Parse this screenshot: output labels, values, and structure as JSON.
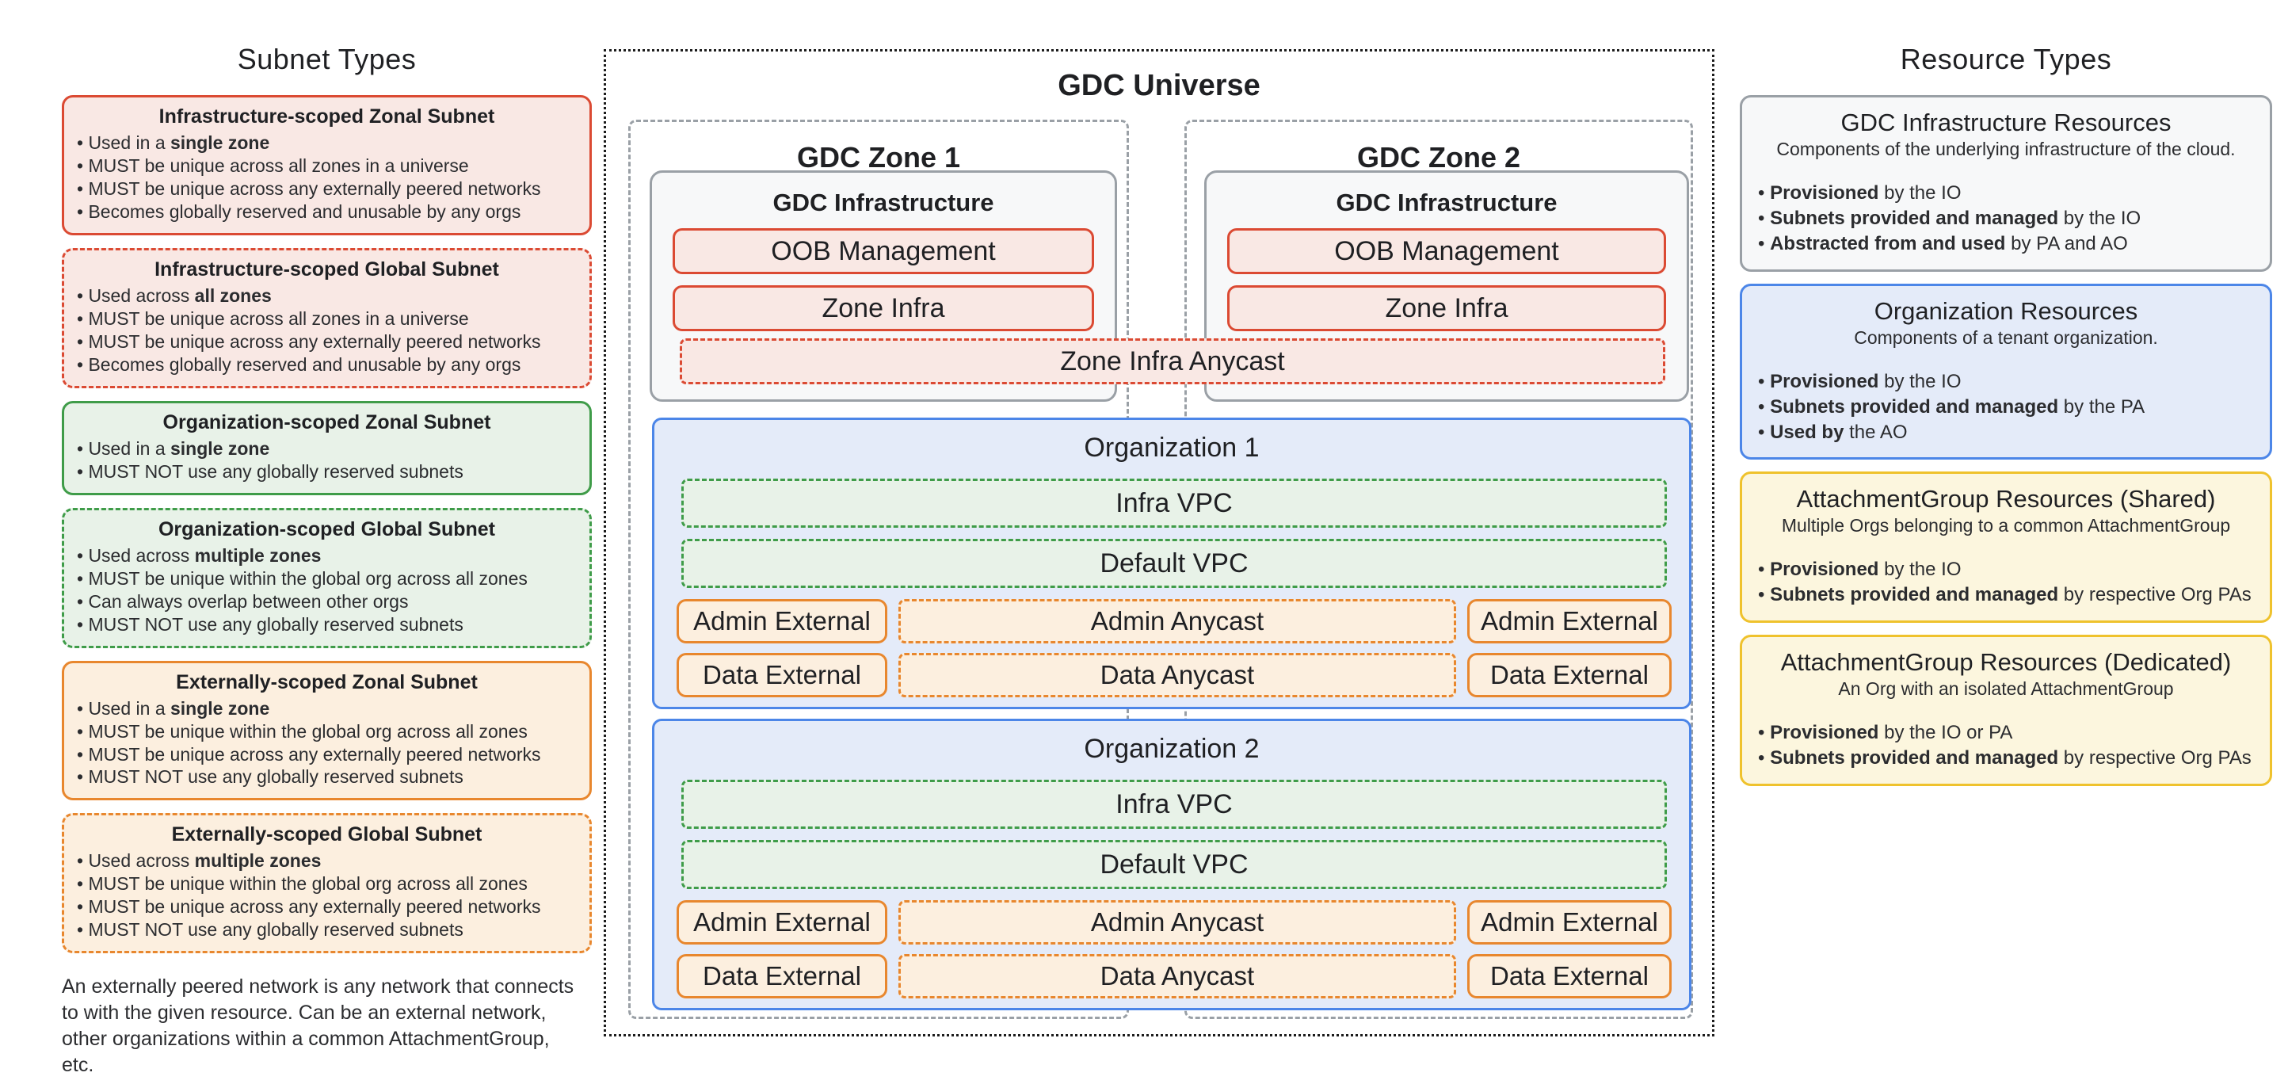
{
  "left_panel": {
    "title": "Subnet Types",
    "boxes": [
      {
        "title": "Infrastructure-scoped Zonal Subnet",
        "bullets": [
          "• Used in a **single zone**",
          "• MUST be unique across all zones in a universe",
          "• MUST be unique across any externally peered networks",
          "• Becomes globally reserved and unusable by any orgs"
        ]
      },
      {
        "title": "Infrastructure-scoped Global Subnet",
        "bullets": [
          "• Used across **all zones**",
          "• MUST be unique across all zones in a universe",
          "• MUST be unique across any externally peered networks",
          "• Becomes globally reserved and unusable by any orgs"
        ]
      },
      {
        "title": "Organization-scoped Zonal Subnet",
        "bullets": [
          "• Used in a **single zone**",
          "• MUST NOT use any globally reserved subnets"
        ]
      },
      {
        "title": "Organization-scoped Global Subnet",
        "bullets": [
          "• Used across **multiple zones**",
          "• MUST be unique within the global org across all zones",
          "• Can always overlap between other orgs",
          "• MUST NOT use any globally reserved subnets"
        ]
      },
      {
        "title": "Externally-scoped Zonal Subnet",
        "bullets": [
          "• Used in a **single zone**",
          "• MUST be unique within the global org across all zones",
          "• MUST be unique across any externally peered networks",
          "• MUST NOT use any globally reserved subnets"
        ]
      },
      {
        "title": "Externally-scoped Global Subnet",
        "bullets": [
          "• Used across **multiple zones**",
          "• MUST be unique within the global org across all zones",
          "• MUST be unique across any externally peered networks",
          "• MUST NOT use any globally reserved subnets"
        ]
      }
    ],
    "footnote": "An externally peered network is any network that connects to with the given resource. Can be an external  network, other organizations within a common AttachmentGroup, etc."
  },
  "universe": {
    "title": "GDC Universe",
    "zones": [
      {
        "title": "GDC Zone 1"
      },
      {
        "title": "GDC Zone 2"
      }
    ],
    "infrastructure": {
      "title": "GDC Infrastructure",
      "oob": "OOB Management",
      "zone_infra": "Zone Infra"
    },
    "zone_infra_anycast": "Zone Infra Anycast",
    "organizations": [
      {
        "title": "Organization 1",
        "infra_vpc": "Infra VPC",
        "default_vpc": "Default VPC",
        "admin_external": "Admin External",
        "admin_anycast": "Admin Anycast",
        "data_external": "Data External",
        "data_anycast": "Data Anycast"
      },
      {
        "title": "Organization 2",
        "infra_vpc": "Infra VPC",
        "default_vpc": "Default VPC",
        "admin_external": "Admin External",
        "admin_anycast": "Admin Anycast",
        "data_external": "Data External",
        "data_anycast": "Data Anycast"
      }
    ]
  },
  "right_panel": {
    "title": "Resource Types",
    "boxes": [
      {
        "title": "GDC Infrastructure Resources",
        "subtitle": "Components of the underlying infrastructure of the cloud.",
        "bullets": [
          "• **Provisioned** by the IO",
          "• **Subnets provided and managed** by the IO",
          "• **Abstracted from and used** by PA and AO"
        ]
      },
      {
        "title": "Organization Resources",
        "subtitle": "Components of a tenant organization.",
        "bullets": [
          "• **Provisioned** by the IO",
          "• **Subnets provided and managed** by the PA",
          "• **Used by** the AO"
        ]
      },
      {
        "title": "AttachmentGroup Resources (Shared)",
        "subtitle": "Multiple Orgs belonging to a common AttachmentGroup",
        "bullets": [
          "• **Provisioned** by the IO",
          "• **Subnets provided and managed** by respective Org PAs"
        ]
      },
      {
        "title": "AttachmentGroup Resources (Dedicated)",
        "subtitle": "An Org with an isolated AttachmentGroup",
        "bullets": [
          "• **Provisioned** by the IO or PA",
          "• **Subnets provided and managed** by respective Org PAs"
        ]
      }
    ]
  },
  "colors": {
    "red": "#DB4A33",
    "red_fill": "#F9E8E4",
    "green": "#3F9C49",
    "green_fill": "#E8F2E8",
    "orange": "#E8872E",
    "orange_fill": "#FCEFDF",
    "blue": "#4C86E8",
    "blue_fill": "#E4EBF9",
    "gray": "#9AA0A6",
    "gray_fill": "#F7F8F9",
    "yellow": "#EFC22D",
    "yellow_fill": "#FCF6DE"
  }
}
